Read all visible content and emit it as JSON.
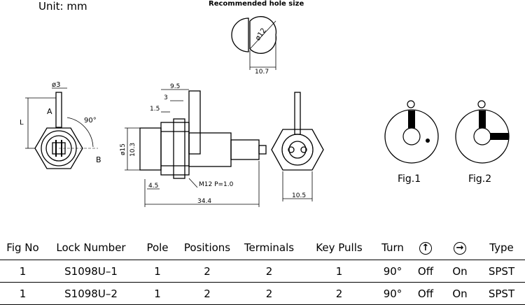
{
  "header": {
    "unit": "Unit:  mm",
    "hole_title": "Recommended hole size"
  },
  "hole": {
    "dia": "ø12",
    "width": "10.7"
  },
  "front": {
    "dim_top": "ø3",
    "dim_l": "L",
    "label_a": "A",
    "label_b": "B",
    "angle": "90°"
  },
  "side": {
    "dims": [
      "9.5",
      "3",
      "1.5",
      "ø15",
      "10.3",
      "4.5",
      "34.4"
    ],
    "thread": "M12  P=1.0"
  },
  "rear": {
    "dim": "10.5"
  },
  "figures": {
    "fig1": "Fig.1",
    "fig2": "Fig.2"
  },
  "table": {
    "headers": [
      "Fig No",
      "Lock Number",
      "Pole",
      "Positions",
      "Terminals",
      "Key Pulls",
      "Turn",
      "↑",
      "→",
      "Type"
    ],
    "rows": [
      [
        "1",
        "S1098U–1",
        "1",
        "2",
        "2",
        "1",
        "90°",
        "Off",
        "On",
        "SPST"
      ],
      [
        "1",
        "S1098U–2",
        "1",
        "2",
        "2",
        "2",
        "90°",
        "Off",
        "On",
        "SPST"
      ]
    ]
  }
}
